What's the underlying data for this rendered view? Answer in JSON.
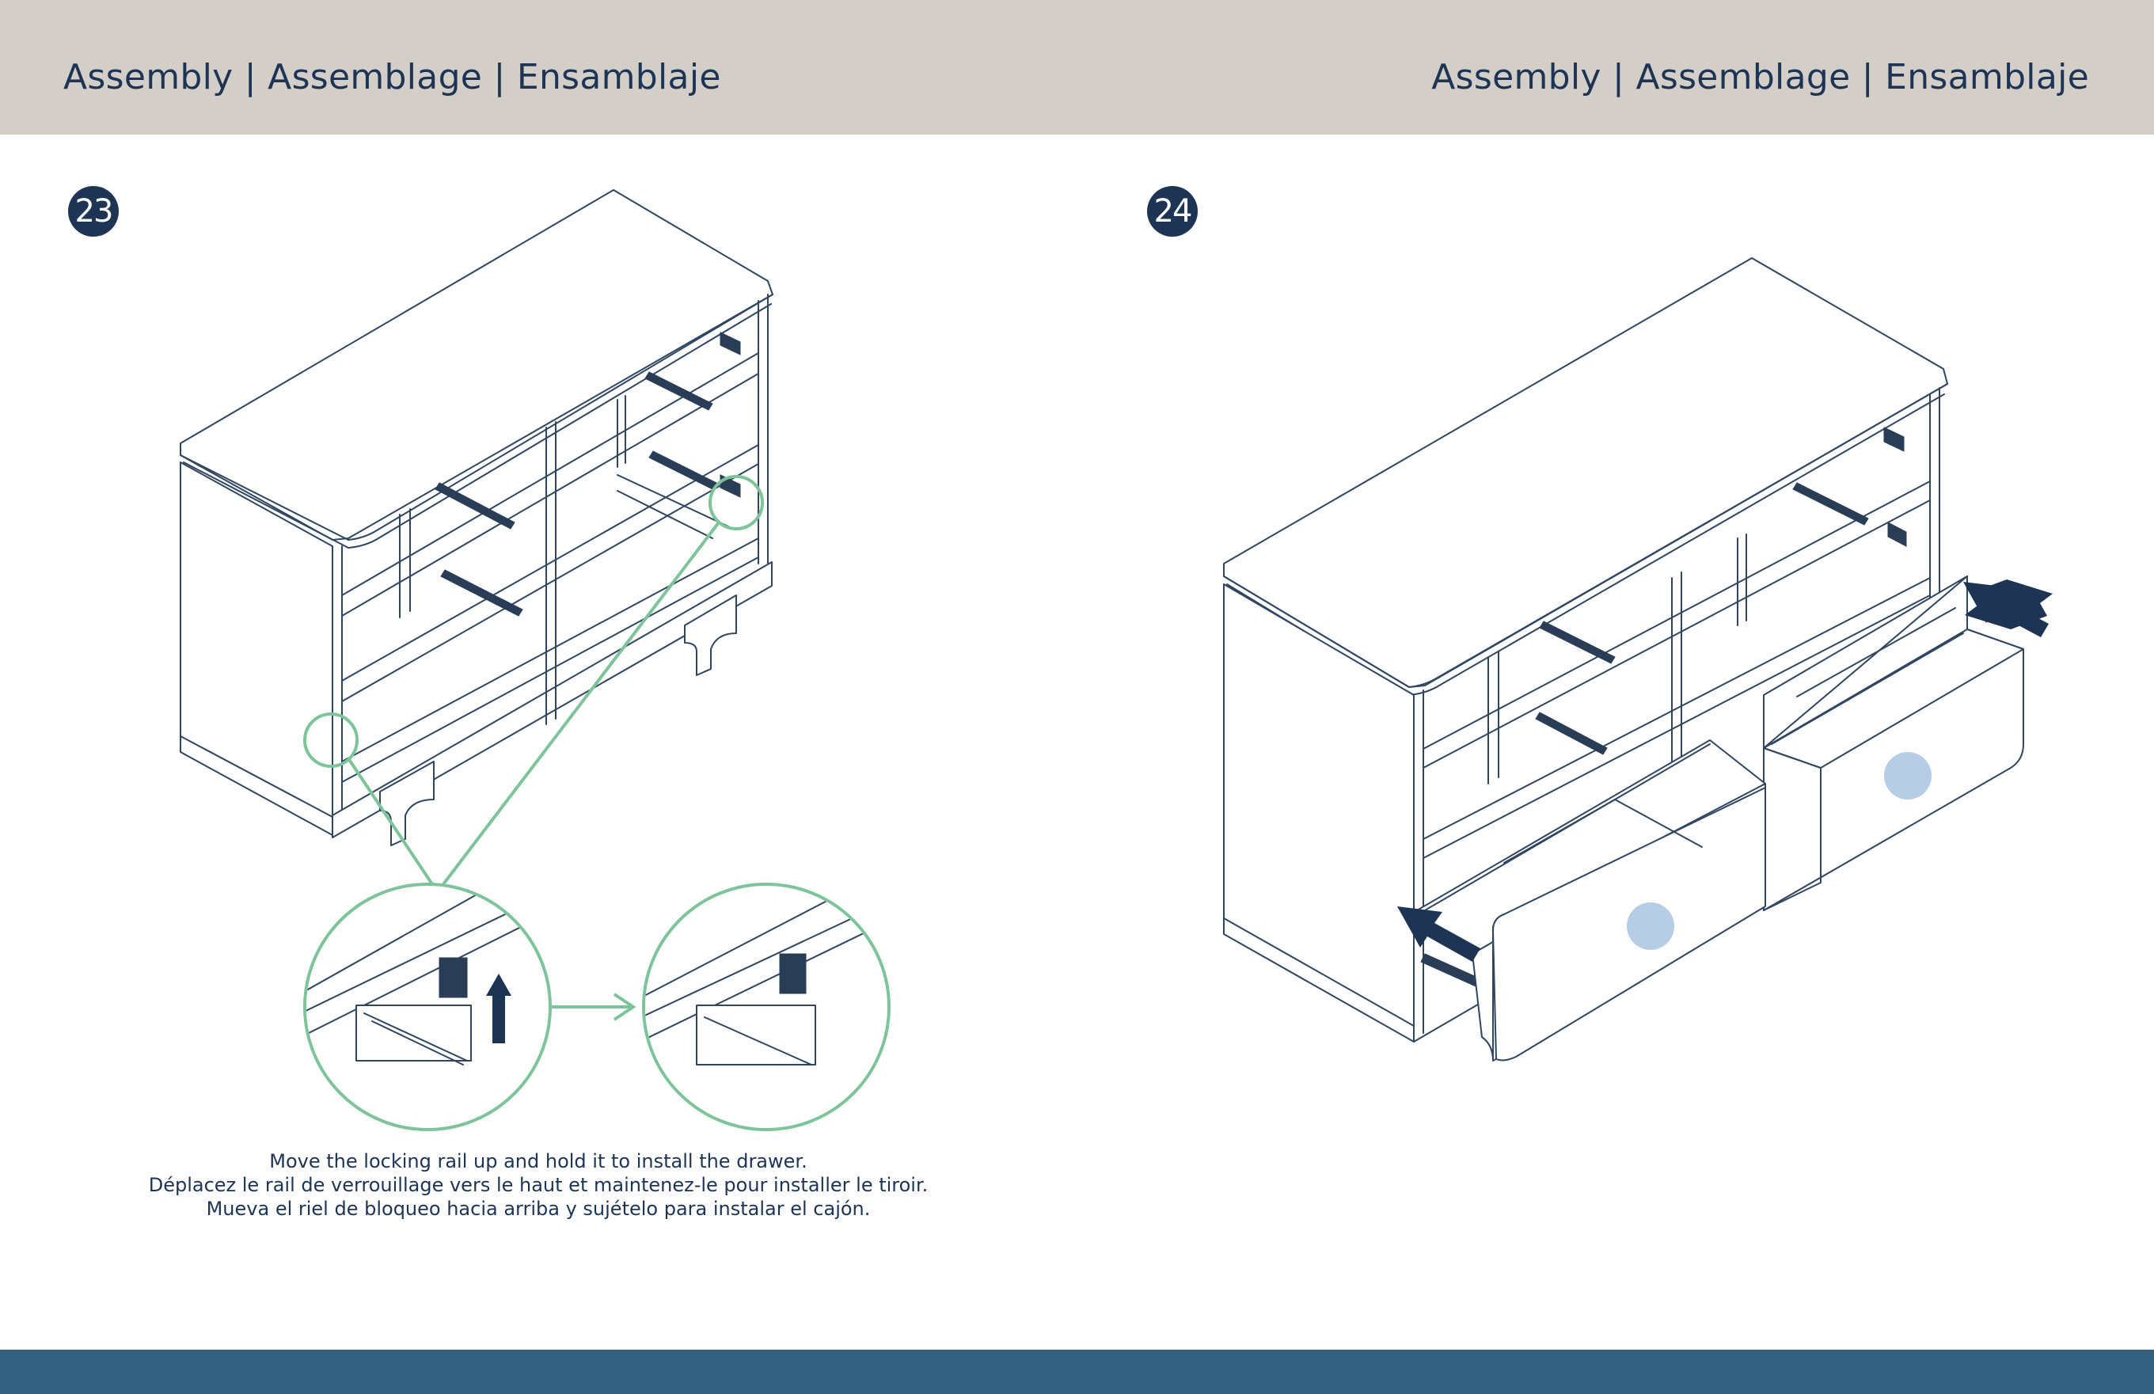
{
  "header": {
    "left_title": "Assembly | Assemblage | Ensamblaje",
    "right_title": "Assembly | Assemblage | Ensamblaje",
    "background": "#d3cfc8",
    "text_color": "#1e3454"
  },
  "steps": [
    {
      "number": "23",
      "caption": [
        "Move the locking rail up and hold it to install the drawer.",
        "Déplacez le rail de verrouillage vers le haut et maintenez-le pour installer le tiroir.",
        "Mueva el riel de bloqueo hacia arriba y sujételo para instalar el cajón."
      ]
    },
    {
      "number": "24"
    }
  ],
  "colors": {
    "accent_navy": "#1e3454",
    "callout_green": "#7dc49a",
    "knob_blue": "#b7cde6",
    "footer": "#33607e"
  }
}
